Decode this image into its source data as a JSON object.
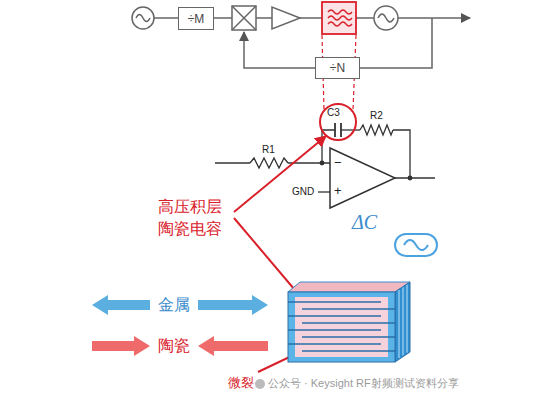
{
  "diagram": {
    "nodes": [
      {
        "text": [
          "÷M"
        ]
      },
      {
        "text": [
          "÷N"
        ]
      }
    ],
    "labels": [
      "C3",
      "R2",
      "R1",
      "GND",
      "−",
      "+",
      "ΔC",
      "高压积层 陶瓷电容",
      "金属",
      "陶瓷",
      "微裂",
      "公众号 · Keysight RF射频测试资料分享"
    ]
  }
}
